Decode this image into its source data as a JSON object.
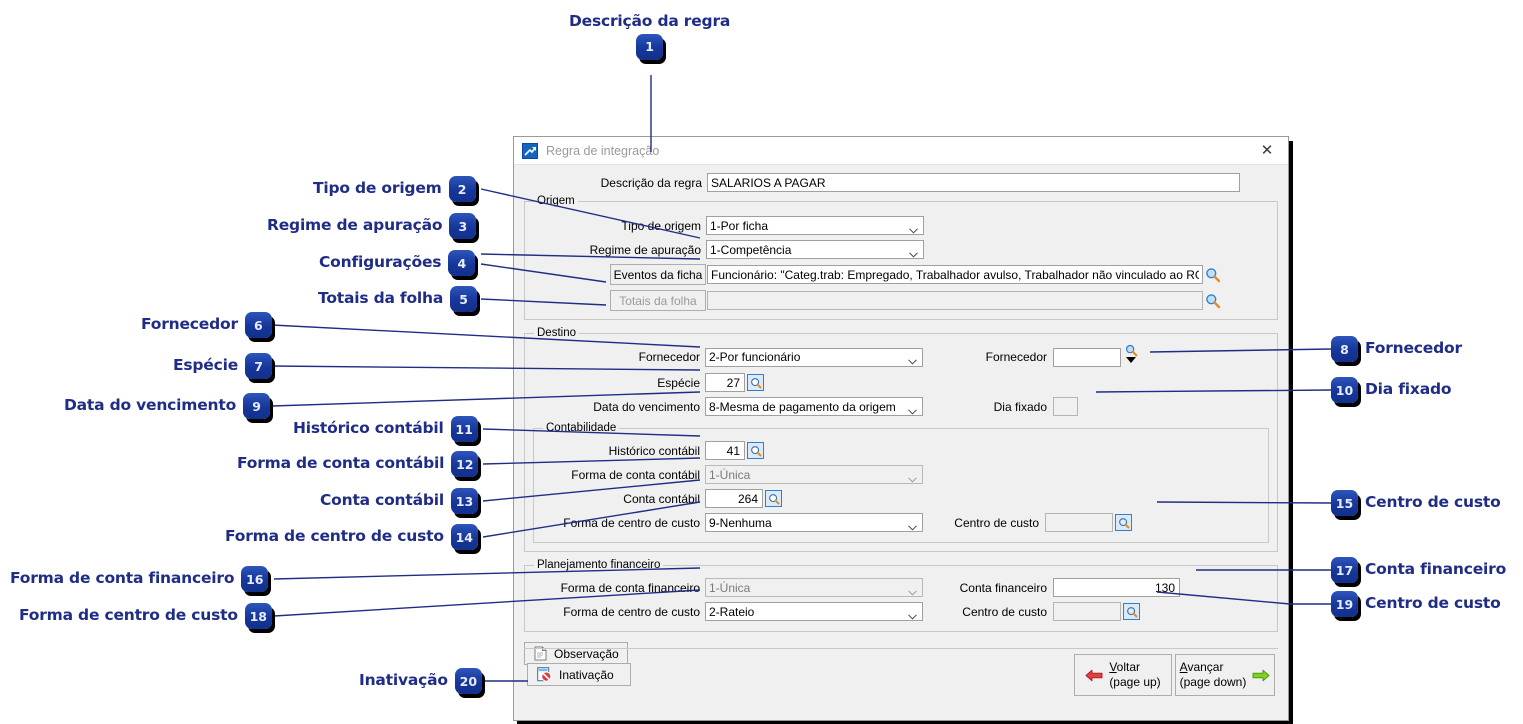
{
  "window": {
    "title": "Regra de integração",
    "icon": "chart-arrow-icon",
    "close_label": "✕"
  },
  "form": {
    "descricao_label": "Descrição da regra",
    "descricao_value": "SALARIOS A PAGAR",
    "origem": {
      "legend": "Origem",
      "tipo_origem_label": "Tipo de origem",
      "tipo_origem_value": "1-Por ficha",
      "regime_label": "Regime de apuração",
      "regime_value": "1-Competência",
      "eventos_button": "Eventos da ficha",
      "eventos_value": "Funcionário: \"Categ.trab: Empregado, Trabalhador avulso, Trabalhador não vinculado ao RGPS, mas com direi",
      "totais_button": "Totais da folha",
      "totais_value": ""
    },
    "destino": {
      "legend": "Destino",
      "fornecedor_forma_label": "Fornecedor",
      "fornecedor_forma_value": "2-Por funcionário",
      "fornecedor_label": "Fornecedor",
      "fornecedor_value": "",
      "especie_label": "Espécie",
      "especie_value": "27",
      "data_venc_label": "Data do vencimento",
      "data_venc_value": "8-Mesma de pagamento da origem",
      "dia_fixado_label": "Dia fixado",
      "dia_fixado_value": ""
    },
    "contabilidade": {
      "legend": "Contabilidade",
      "historico_label": "Histórico contábil",
      "historico_value": "41",
      "forma_conta_label": "Forma de conta contábil",
      "forma_conta_value": "1-Única",
      "conta_label": "Conta contábil",
      "conta_value": "264",
      "forma_cc_label": "Forma de centro de custo",
      "forma_cc_value": "9-Nenhuma",
      "centro_custo_label": "Centro de custo",
      "centro_custo_value": ""
    },
    "planejamento": {
      "legend": "Planejamento financeiro",
      "forma_conta_label": "Forma de conta financeiro",
      "forma_conta_value": "1-Única",
      "conta_label": "Conta financeiro",
      "conta_value": "130",
      "forma_cc_label": "Forma de centro de custo",
      "forma_cc_value": "2-Rateio",
      "centro_custo_label": "Centro de custo",
      "centro_custo_value": ""
    },
    "observacao_button": "Observação",
    "inativacao_button": "Inativação",
    "voltar_button": {
      "line1": "Voltar",
      "line2": "(page up)",
      "accel": "V"
    },
    "avancar_button": {
      "line1": "Avançar",
      "line2": "(page down)",
      "accel": "A"
    }
  },
  "annotations": {
    "accent_color": "#1F2D86",
    "badge_color": "#16369a",
    "items": [
      {
        "num": "1",
        "label": "Descrição da regra"
      },
      {
        "num": "2",
        "label": "Tipo de origem"
      },
      {
        "num": "3",
        "label": "Regime de apuração"
      },
      {
        "num": "4",
        "label": "Configurações"
      },
      {
        "num": "5",
        "label": "Totais da folha"
      },
      {
        "num": "6",
        "label": "Fornecedor"
      },
      {
        "num": "7",
        "label": "Espécie"
      },
      {
        "num": "8",
        "label": "Fornecedor"
      },
      {
        "num": "9",
        "label": "Data do vencimento"
      },
      {
        "num": "10",
        "label": "Dia fixado"
      },
      {
        "num": "11",
        "label": "Histórico contábil"
      },
      {
        "num": "12",
        "label": "Forma de conta contábil"
      },
      {
        "num": "13",
        "label": "Conta contábil"
      },
      {
        "num": "14",
        "label": "Forma de centro de custo"
      },
      {
        "num": "15",
        "label": "Centro de custo"
      },
      {
        "num": "16",
        "label": "Forma de conta financeiro"
      },
      {
        "num": "17",
        "label": "Conta financeiro"
      },
      {
        "num": "18",
        "label": "Forma de centro de custo"
      },
      {
        "num": "19",
        "label": "Centro de custo"
      },
      {
        "num": "20",
        "label": "Inativação"
      }
    ]
  }
}
